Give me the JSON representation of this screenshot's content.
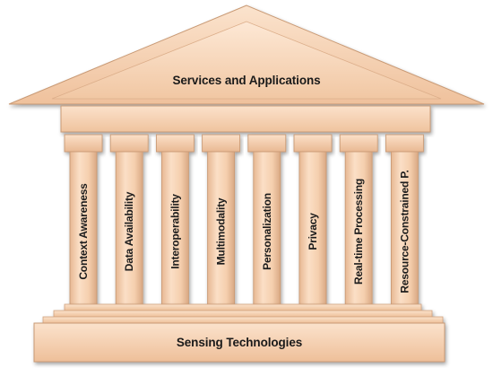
{
  "roof": {
    "label": "Services and Applications"
  },
  "columns": [
    {
      "label": "Context Awareness"
    },
    {
      "label": "Data Availability"
    },
    {
      "label": "Interoperability"
    },
    {
      "label": "Multimodality"
    },
    {
      "label": "Personalization"
    },
    {
      "label": "Privacy"
    },
    {
      "label": "Real-time Processing"
    },
    {
      "label": "Resource-Constrained P."
    }
  ],
  "base": {
    "label": "Sensing Technologies"
  },
  "colors": {
    "stone_light": "#f9dcc2",
    "stone": "#f3c9a4",
    "stone_dark": "#d9a883",
    "edge": "#c08f6a"
  }
}
